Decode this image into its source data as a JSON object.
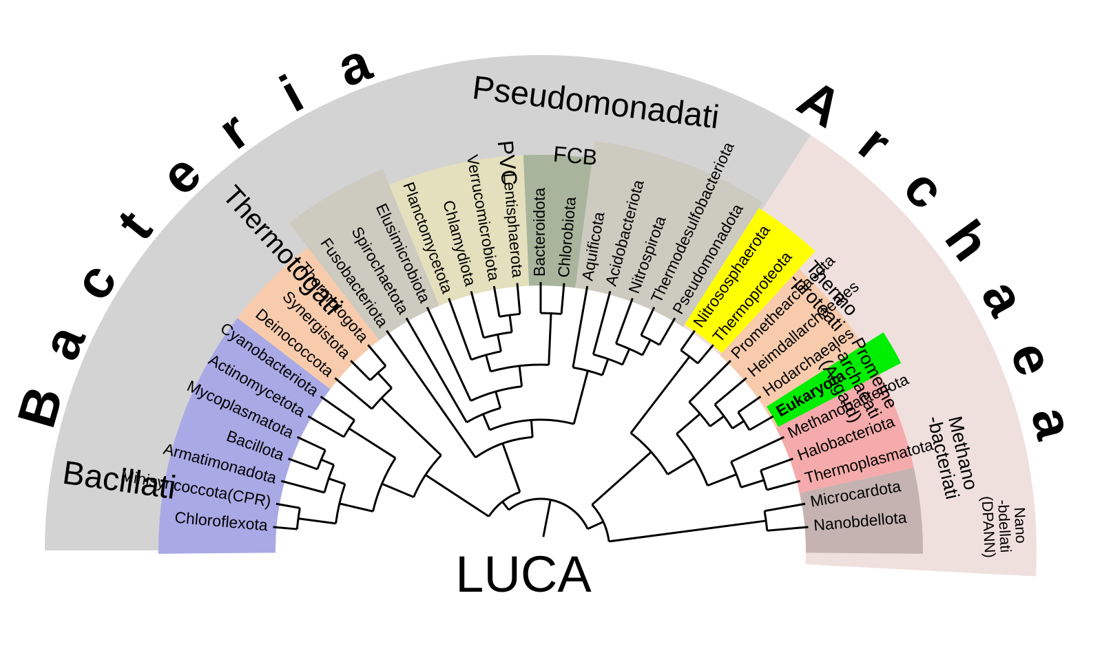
{
  "domains": [
    {
      "id": "bacteria",
      "label": "Bacteria"
    },
    {
      "id": "archaea",
      "label": "Archaea"
    }
  ],
  "root_label": "LUCA",
  "groups": [
    {
      "id": "pseudomonadati",
      "label": "Pseudomonadati",
      "color": "#cdcac0"
    },
    {
      "id": "pvc",
      "label": "PVC",
      "color": "#e4dfbc"
    },
    {
      "id": "fcb",
      "label": "FCB",
      "color": "#a8b49c"
    },
    {
      "id": "thermotogati",
      "label": "Thermotogati",
      "color": "#f7cbac"
    },
    {
      "id": "bacillati",
      "label": "Bacillati",
      "color": "#a9a9e6"
    },
    {
      "id": "thermoproteati",
      "label": [
        "Thermo",
        "-proteati"
      ],
      "color": "#eedfdd"
    },
    {
      "id": "promethearchaeati",
      "label": [
        "Promethe",
        "-archaeati",
        "(Asgard)"
      ],
      "color": "#f7cbac"
    },
    {
      "id": "methanobacteriati",
      "label": [
        "Methano",
        "-bacteriati"
      ],
      "color": "#f5abab"
    },
    {
      "id": "nanobdellati",
      "label": [
        "Nano",
        "-bdellati",
        "(DPANN)"
      ],
      "color": "#c4b3b1"
    }
  ],
  "taxa": [
    {
      "label": "Chloroflexota",
      "group": "bacillati"
    },
    {
      "label": "Minisyncoccota(CPR)",
      "group": "bacillati"
    },
    {
      "label": "Armatimonadota",
      "group": "bacillati"
    },
    {
      "label": "Bacillota",
      "group": "bacillati"
    },
    {
      "label": "Mycoplasmatota",
      "group": "bacillati"
    },
    {
      "label": "Actinomycetota",
      "group": "bacillati"
    },
    {
      "label": "Cyanobacteriota",
      "group": "bacillati"
    },
    {
      "label": "Deinococcota",
      "group": "thermotogati"
    },
    {
      "label": "Synergistota",
      "group": "thermotogati"
    },
    {
      "label": "Thermotogota",
      "group": "thermotogati"
    },
    {
      "label": "Fusobacteriota",
      "group": "pseudomonadati"
    },
    {
      "label": "Spirochaetota",
      "group": "pseudomonadati"
    },
    {
      "label": "Elusimicrobiota",
      "group": "pseudomonadati"
    },
    {
      "label": "Planctomycetota",
      "group": "pvc"
    },
    {
      "label": "Chlamydiota",
      "group": "pvc"
    },
    {
      "label": "Verrucomicrobiota",
      "group": "pvc"
    },
    {
      "label": "Lentisphaerota",
      "group": "pvc"
    },
    {
      "label": "Bacteroidota",
      "group": "fcb"
    },
    {
      "label": "Chlorobiota",
      "group": "fcb"
    },
    {
      "label": "Aquificota",
      "group": "pseudomonadati"
    },
    {
      "label": "Acidobacteriota",
      "group": "pseudomonadati"
    },
    {
      "label": "Nitrospirota",
      "group": "pseudomonadati"
    },
    {
      "label": "Thermodesulfobacteriota",
      "group": "pseudomonadati"
    },
    {
      "label": "Pseudomonadota",
      "group": "pseudomonadati"
    },
    {
      "label": "Nitrososphaerota",
      "group": "thermoproteati",
      "highlight": "#ffff00"
    },
    {
      "label": "Thermoproteota",
      "group": "thermoproteati",
      "highlight": "#ffff00"
    },
    {
      "label": "Promethearchaeota",
      "group": "promethearchaeati"
    },
    {
      "label": "Heimdallarchaeales",
      "group": "promethearchaeati"
    },
    {
      "label": "Hodarchaeales",
      "group": "promethearchaeati"
    },
    {
      "label": "Eukaryota",
      "group": "promethearchaeati",
      "highlight": "#00ee00"
    },
    {
      "label": "Methanobacteriota",
      "group": "methanobacteriati"
    },
    {
      "label": "Halobacteriota",
      "group": "methanobacteriati"
    },
    {
      "label": "Thermoplasmatota",
      "group": "methanobacteriati"
    },
    {
      "label": "Microcardota",
      "group": "nanobdellati"
    },
    {
      "label": "Nanobdellota",
      "group": "nanobdellati"
    }
  ],
  "colors": {
    "outer_band": "#d3d3d3",
    "archaea_band": "#efe0de",
    "line": "#000000",
    "background": "#ffffff"
  }
}
